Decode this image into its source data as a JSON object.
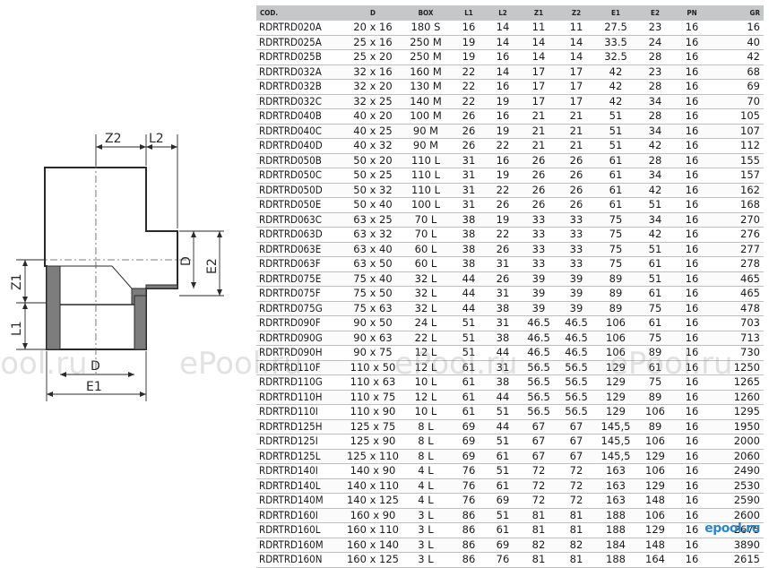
{
  "drawing": {
    "labels": {
      "z2": "Z2",
      "l2": "L2",
      "z1": "Z1",
      "l1": "L1",
      "d_vertical": "D",
      "e2": "E2",
      "d_bottom": "D",
      "e1": "E1"
    }
  },
  "table": {
    "headers": [
      "COD.",
      "D",
      "BOX",
      "L1",
      "L2",
      "Z1",
      "Z2",
      "E1",
      "E2",
      "PN",
      "GR"
    ],
    "rows": [
      [
        "RDRTRD020A",
        "20 x 16",
        "180 S",
        "16",
        "14",
        "11",
        "11",
        "27.5",
        "23",
        "16",
        "16"
      ],
      [
        "RDRTRD025A",
        "25 x 16",
        "250 M",
        "19",
        "14",
        "14",
        "14",
        "33.5",
        "24",
        "16",
        "40"
      ],
      [
        "RDRTRD025B",
        "25 x 20",
        "250 M",
        "19",
        "16",
        "14",
        "14",
        "32.5",
        "28",
        "16",
        "42"
      ],
      [
        "RDRTRD032A",
        "32 x 16",
        "160 M",
        "22",
        "14",
        "17",
        "17",
        "42",
        "23",
        "16",
        "68"
      ],
      [
        "RDRTRD032B",
        "32 x 20",
        "130 M",
        "22",
        "16",
        "17",
        "17",
        "42",
        "28",
        "16",
        "69"
      ],
      [
        "RDRTRD032C",
        "32 x 25",
        "140 M",
        "22",
        "19",
        "17",
        "17",
        "42",
        "34",
        "16",
        "70"
      ],
      [
        "RDRTRD040B",
        "40 x 20",
        "100 M",
        "26",
        "16",
        "21",
        "21",
        "51",
        "28",
        "16",
        "105"
      ],
      [
        "RDRTRD040C",
        "40 x 25",
        "90 M",
        "26",
        "19",
        "21",
        "21",
        "51",
        "34",
        "16",
        "107"
      ],
      [
        "RDRTRD040D",
        "40 x 32",
        "90 M",
        "26",
        "22",
        "21",
        "21",
        "51",
        "42",
        "16",
        "112"
      ],
      [
        "RDRTRD050B",
        "50 x 20",
        "110 L",
        "31",
        "16",
        "26",
        "26",
        "61",
        "28",
        "16",
        "155"
      ],
      [
        "RDRTRD050C",
        "50 x 25",
        "110 L",
        "31",
        "19",
        "26",
        "26",
        "61",
        "34",
        "16",
        "157"
      ],
      [
        "RDRTRD050D",
        "50 x 32",
        "110 L",
        "31",
        "22",
        "26",
        "26",
        "61",
        "42",
        "16",
        "162"
      ],
      [
        "RDRTRD050E",
        "50 x 40",
        "100 L",
        "31",
        "26",
        "26",
        "26",
        "61",
        "51",
        "16",
        "168"
      ],
      [
        "RDRTRD063C",
        "63 x 25",
        "70 L",
        "38",
        "19",
        "33",
        "33",
        "75",
        "34",
        "16",
        "270"
      ],
      [
        "RDRTRD063D",
        "63 x 32",
        "70 L",
        "38",
        "22",
        "33",
        "33",
        "75",
        "42",
        "16",
        "276"
      ],
      [
        "RDRTRD063E",
        "63 x 40",
        "60 L",
        "38",
        "26",
        "33",
        "33",
        "75",
        "51",
        "16",
        "277"
      ],
      [
        "RDRTRD063F",
        "63 x 50",
        "60 L",
        "38",
        "31",
        "33",
        "33",
        "75",
        "61",
        "16",
        "278"
      ],
      [
        "RDRTRD075E",
        "75 x 40",
        "32 L",
        "44",
        "26",
        "39",
        "39",
        "89",
        "51",
        "16",
        "465"
      ],
      [
        "RDRTRD075F",
        "75 x 50",
        "32 L",
        "44",
        "31",
        "39",
        "39",
        "89",
        "61",
        "16",
        "465"
      ],
      [
        "RDRTRD075G",
        "75 x 63",
        "32 L",
        "44",
        "38",
        "39",
        "39",
        "89",
        "75",
        "16",
        "478"
      ],
      [
        "RDRTRD090F",
        "90 x 50",
        "24 L",
        "51",
        "31",
        "46.5",
        "46.5",
        "106",
        "61",
        "16",
        "703"
      ],
      [
        "RDRTRD090G",
        "90 x 63",
        "22 L",
        "51",
        "38",
        "46.5",
        "46.5",
        "106",
        "75",
        "16",
        "713"
      ],
      [
        "RDRTRD090H",
        "90 x 75",
        "12 L",
        "51",
        "44",
        "46.5",
        "46.5",
        "106",
        "89",
        "16",
        "730"
      ],
      [
        "RDRTRD110F",
        "110 x 50",
        "12 L",
        "61",
        "31",
        "56.5",
        "56.5",
        "129",
        "61",
        "16",
        "1250"
      ],
      [
        "RDRTRD110G",
        "110 x 63",
        "10 L",
        "61",
        "38",
        "56.5",
        "56.5",
        "129",
        "75",
        "16",
        "1265"
      ],
      [
        "RDRTRD110H",
        "110 x 75",
        "12 L",
        "61",
        "44",
        "56.5",
        "56.5",
        "129",
        "89",
        "16",
        "1260"
      ],
      [
        "RDRTRD110I",
        "110 x 90",
        "10 L",
        "61",
        "51",
        "56.5",
        "56.5",
        "129",
        "106",
        "16",
        "1295"
      ],
      [
        "RDRTRD125H",
        "125 x 75",
        "8 L",
        "69",
        "44",
        "67",
        "67",
        "145,5",
        "89",
        "16",
        "1950"
      ],
      [
        "RDRTRD125I",
        "125 x 90",
        "8 L",
        "69",
        "51",
        "67",
        "67",
        "145,5",
        "106",
        "16",
        "2000"
      ],
      [
        "RDRTRD125L",
        "125 x 110",
        "8 L",
        "69",
        "61",
        "67",
        "67",
        "145,5",
        "129",
        "16",
        "2060"
      ],
      [
        "RDRTRD140I",
        "140 x 90",
        "4 L",
        "76",
        "51",
        "72",
        "72",
        "163",
        "106",
        "16",
        "2490"
      ],
      [
        "RDRTRD140L",
        "140 x 110",
        "4 L",
        "76",
        "61",
        "72",
        "72",
        "163",
        "129",
        "16",
        "2530"
      ],
      [
        "RDRTRD140M",
        "140 x 125",
        "4 L",
        "76",
        "69",
        "72",
        "72",
        "163",
        "148",
        "16",
        "2590"
      ],
      [
        "RDRTRD160I",
        "160 x 90",
        "3 L",
        "86",
        "51",
        "81",
        "81",
        "188",
        "106",
        "16",
        "2600"
      ],
      [
        "RDRTRD160L",
        "160 x 110",
        "3 L",
        "86",
        "61",
        "81",
        "81",
        "188",
        "129",
        "16",
        "2675"
      ],
      [
        "RDRTRD160M",
        "160 x 140",
        "3 L",
        "86",
        "69",
        "82",
        "82",
        "184",
        "148",
        "16",
        "3890"
      ],
      [
        "RDRTRD160N",
        "160 x 125",
        "3 L",
        "86",
        "76",
        "81",
        "81",
        "188",
        "164",
        "16",
        "2615"
      ]
    ]
  },
  "watermarks": [
    "ePool.ru",
    "ePool.ru",
    "ePool.ru",
    "ePool.ru"
  ],
  "logo": "epool.ru"
}
